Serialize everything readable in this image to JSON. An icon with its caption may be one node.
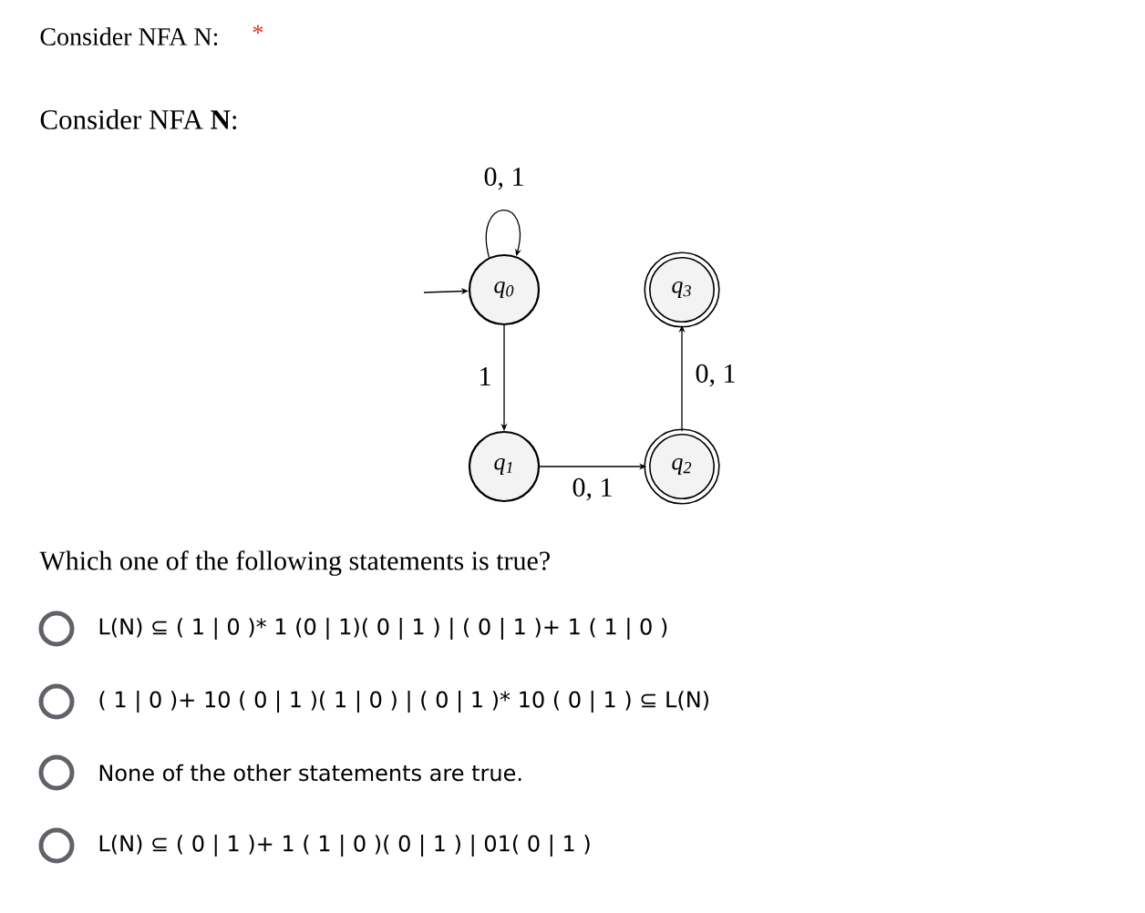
{
  "diagram": {
    "title": "Consider NFA N:",
    "nodes": [
      {
        "text": [
          "q$_{0}$"
        ]
      },
      {
        "text": [
          "q$_{3}$"
        ]
      },
      {
        "text": [
          "q$_{1}$"
        ]
      },
      {
        "text": [
          "q$_{2}$"
        ]
      }
    ],
    "edges": [
      {
        "from": 0,
        "to": 0,
        "arrow": "to",
        "label": "0, 1"
      },
      {
        "from": null,
        "to": 0,
        "arrow": "to"
      },
      {
        "from": 0,
        "to": 2,
        "arrow": "to",
        "label": "1"
      },
      {
        "from": 2,
        "to": 3,
        "arrow": "to",
        "label": "0, 1"
      },
      {
        "from": 3,
        "to": 1,
        "arrow": "to",
        "label": "0, 1"
      }
    ],
    "labels": [
      "*",
      "Consider NFA **N**:",
      "Which one of the following statements is true?",
      "L(N) ⊆ ( 1 | 0 )* 1 (0 | 1)( 0 | 1 ) | ( 0 | 1 )+ 1 ( 1 | 0 )",
      "( 1 | 0 )+ 10 ( 0 | 1 )( 1 | 0 ) | ( 0 | 1 )* 10 ( 0 | 1 ) ⊆ L(N)",
      "None of the other statements are true.",
      "L(N) ⊆ ( 0 | 1 )+ 1 ( 1 | 0 )( 0 | 1 ) | 01( 0 | 1 )"
    ]
  }
}
